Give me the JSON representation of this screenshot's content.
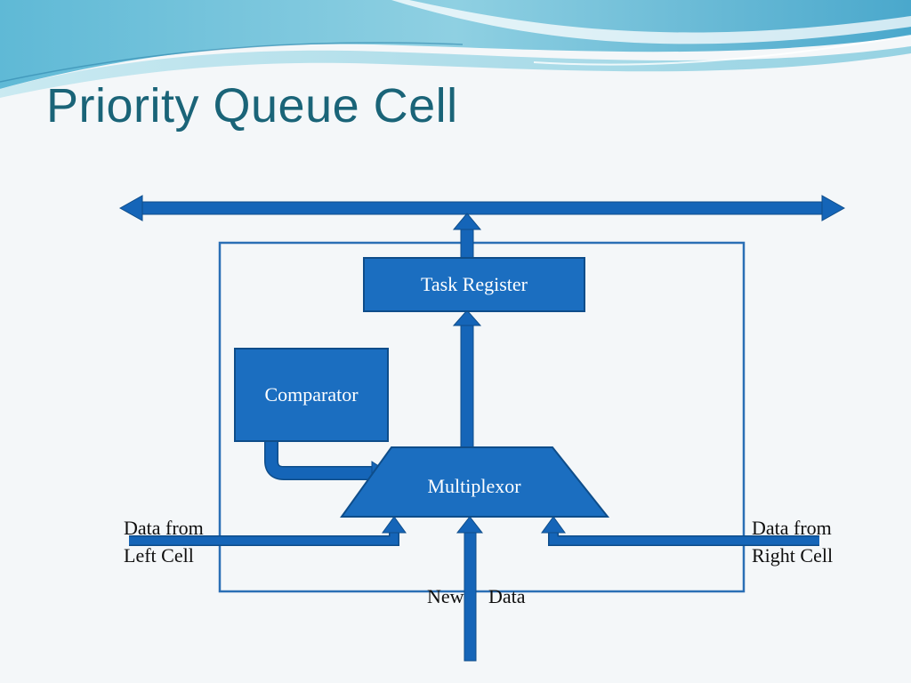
{
  "slide": {
    "title": "Priority Queue Cell"
  },
  "diagram": {
    "task_register": "Task Register",
    "comparator": "Comparator",
    "multiplexor": "Multiplexor",
    "left_input": {
      "line1": "Data from",
      "line2": "Left Cell"
    },
    "right_input": {
      "line1": "Data from",
      "line2": "Right Cell"
    },
    "new_data": {
      "word1": "New",
      "word2": "Data"
    }
  },
  "colors": {
    "title": "#1a6478",
    "block_fill": "#1b6ec0",
    "block_border": "#0e4d8a",
    "bus": "#1565b8",
    "cell_border": "#2a6fb5"
  }
}
